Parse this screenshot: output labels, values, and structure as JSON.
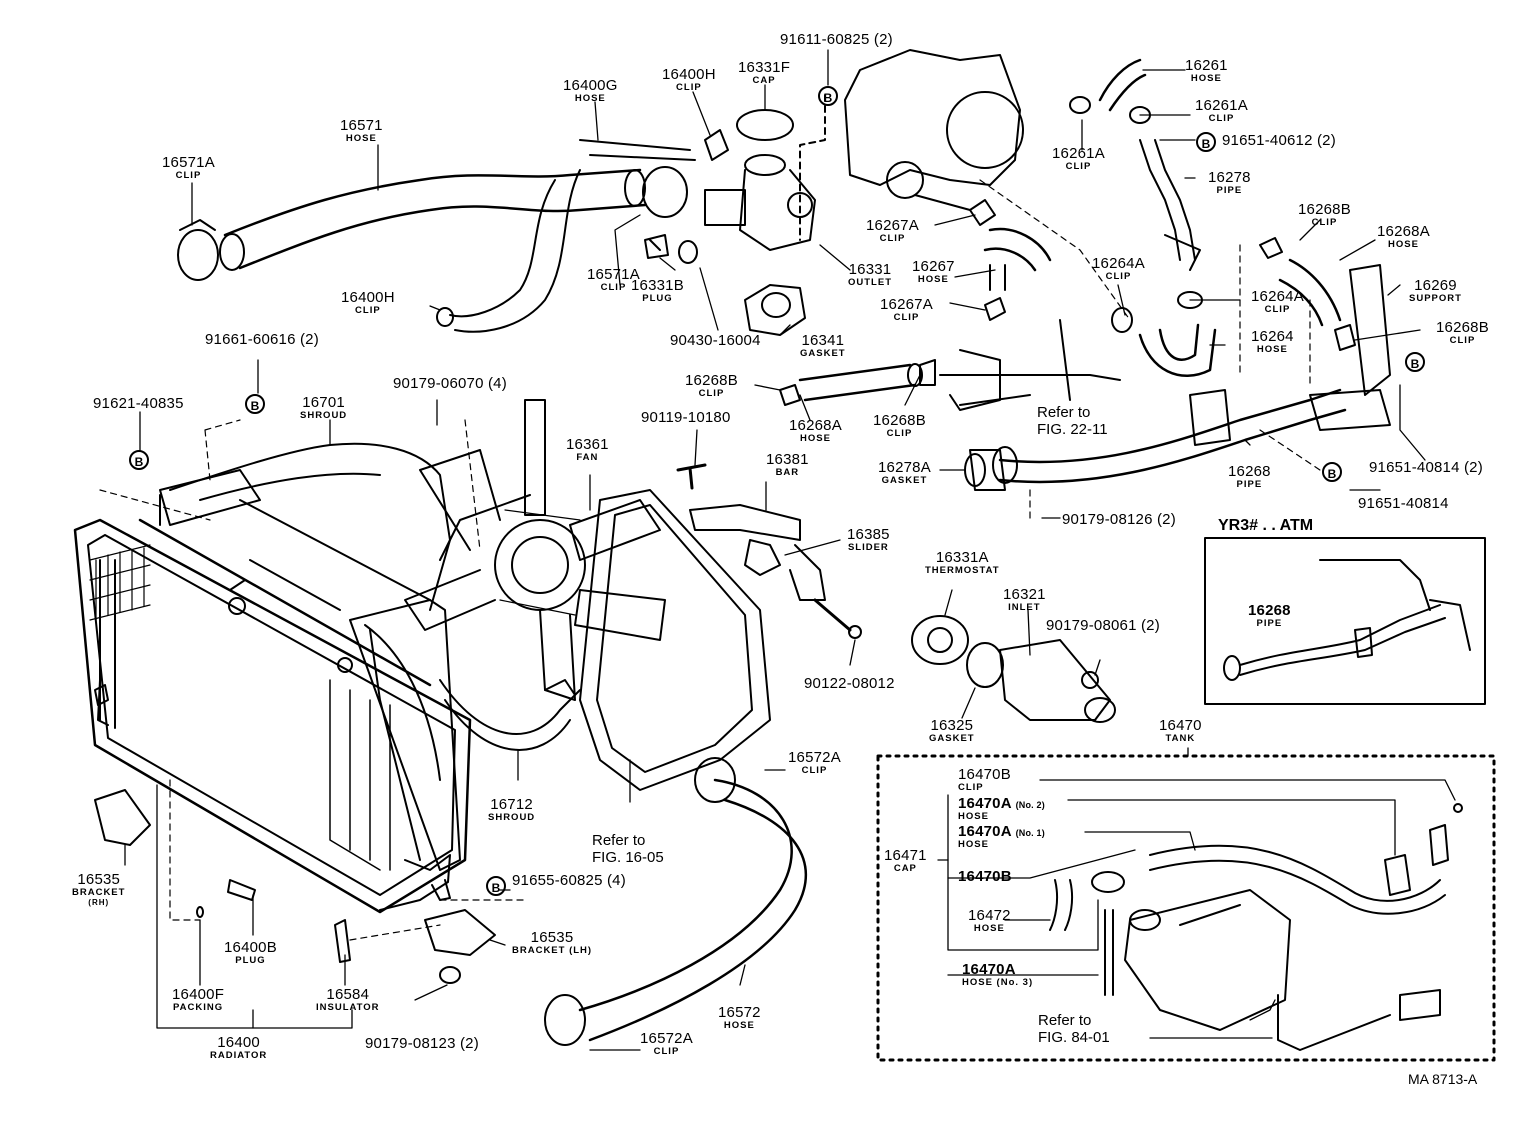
{
  "diagram_code": "MA 8713-A",
  "variant_label": "YR3# . . ATM",
  "fonts": "n/a",
  "badge_letter": "B",
  "parts": [
    {
      "num": "16571",
      "name": "HOSE"
    },
    {
      "num": "16571A",
      "name": "CLIP"
    },
    {
      "num": "16400G",
      "name": "HOSE"
    },
    {
      "num": "16400H",
      "name": "CLIP"
    },
    {
      "num": "16331F",
      "name": "CAP"
    },
    {
      "num": "91611-60825 (2)",
      "name": ""
    },
    {
      "num": "16571A",
      "name": "CLIP"
    },
    {
      "num": "16331B",
      "name": "PLUG"
    },
    {
      "num": "90430-16004",
      "name": ""
    },
    {
      "num": "16331",
      "name": "OUTLET"
    },
    {
      "num": "16341",
      "name": "GASKET"
    },
    {
      "num": "16400H",
      "name": "CLIP"
    },
    {
      "num": "16261",
      "name": "HOSE"
    },
    {
      "num": "16261A",
      "name": "CLIP"
    },
    {
      "num": "16261A",
      "name": "CLIP"
    },
    {
      "num": "91651-40612 (2)",
      "name": ""
    },
    {
      "num": "16278",
      "name": "PIPE"
    },
    {
      "num": "16267A",
      "name": "CLIP"
    },
    {
      "num": "16267",
      "name": "HOSE"
    },
    {
      "num": "16267A",
      "name": "CLIP"
    },
    {
      "num": "16264A",
      "name": "CLIP"
    },
    {
      "num": "16264A",
      "name": "CLIP"
    },
    {
      "num": "16264",
      "name": "HOSE"
    },
    {
      "num": "16268B",
      "name": "CLIP"
    },
    {
      "num": "16268A",
      "name": "HOSE"
    },
    {
      "num": "16269",
      "name": "SUPPORT"
    },
    {
      "num": "16268B",
      "name": "CLIP"
    },
    {
      "num": "91661-60616 (2)",
      "name": ""
    },
    {
      "num": "91621-40835",
      "name": ""
    },
    {
      "num": "16701",
      "name": "SHROUD"
    },
    {
      "num": "90179-06070 (4)",
      "name": ""
    },
    {
      "num": "16268B",
      "name": "CLIP"
    },
    {
      "num": "16268A",
      "name": "HOSE"
    },
    {
      "num": "16268B",
      "name": "CLIP"
    },
    {
      "num": "90119-10180",
      "name": ""
    },
    {
      "num": "16361",
      "name": "FAN"
    },
    {
      "num": "16381",
      "name": "BAR"
    },
    {
      "num": "16385",
      "name": "SLIDER"
    },
    {
      "num": "90122-08012",
      "name": ""
    },
    {
      "num": "16278A",
      "name": "GASKET"
    },
    {
      "num": "16268",
      "name": "PIPE"
    },
    {
      "num": "91651-40814 (2)",
      "name": ""
    },
    {
      "num": "91651-40814",
      "name": ""
    },
    {
      "num": "90179-08126 (2)",
      "name": ""
    },
    {
      "num": "16331A",
      "name": "THERMOSTAT"
    },
    {
      "num": "16321",
      "name": "INLET"
    },
    {
      "num": "90179-08061 (2)",
      "name": ""
    },
    {
      "num": "16325",
      "name": "GASKET"
    },
    {
      "num": "16268",
      "name": "PIPE"
    },
    {
      "num": "16470",
      "name": "TANK"
    },
    {
      "num": "16470B",
      "name": "CLIP"
    },
    {
      "num": "16470A",
      "name": "HOSE",
      "suffix": "(No. 2)"
    },
    {
      "num": "16470A",
      "name": "HOSE",
      "suffix": "(No. 1)"
    },
    {
      "num": "16471",
      "name": "CAP"
    },
    {
      "num": "16470B",
      "name": ""
    },
    {
      "num": "16472",
      "name": "HOSE"
    },
    {
      "num": "16470A",
      "name": "HOSE (No. 3)"
    },
    {
      "num": "16572A",
      "name": "CLIP"
    },
    {
      "num": "16712",
      "name": "SHROUD"
    },
    {
      "num": "16535",
      "name": "BRACKET",
      "sub": "(RH)"
    },
    {
      "num": "16400B",
      "name": "PLUG"
    },
    {
      "num": "16400F",
      "name": "PACKING"
    },
    {
      "num": "16400",
      "name": "RADIATOR"
    },
    {
      "num": "16584",
      "name": "INSULATOR"
    },
    {
      "num": "90179-08123 (2)",
      "name": ""
    },
    {
      "num": "16535",
      "name": "BRACKET (LH)"
    },
    {
      "num": "91655-60825 (4)",
      "name": ""
    },
    {
      "num": "16572",
      "name": "HOSE"
    },
    {
      "num": "16572A",
      "name": "CLIP"
    }
  ],
  "references": [
    {
      "line1": "Refer to",
      "line2": "FIG. 22-11"
    },
    {
      "line1": "Refer to",
      "line2": "FIG. 16-05"
    },
    {
      "line1": "Refer to",
      "line2": "FIG. 84-01"
    }
  ]
}
